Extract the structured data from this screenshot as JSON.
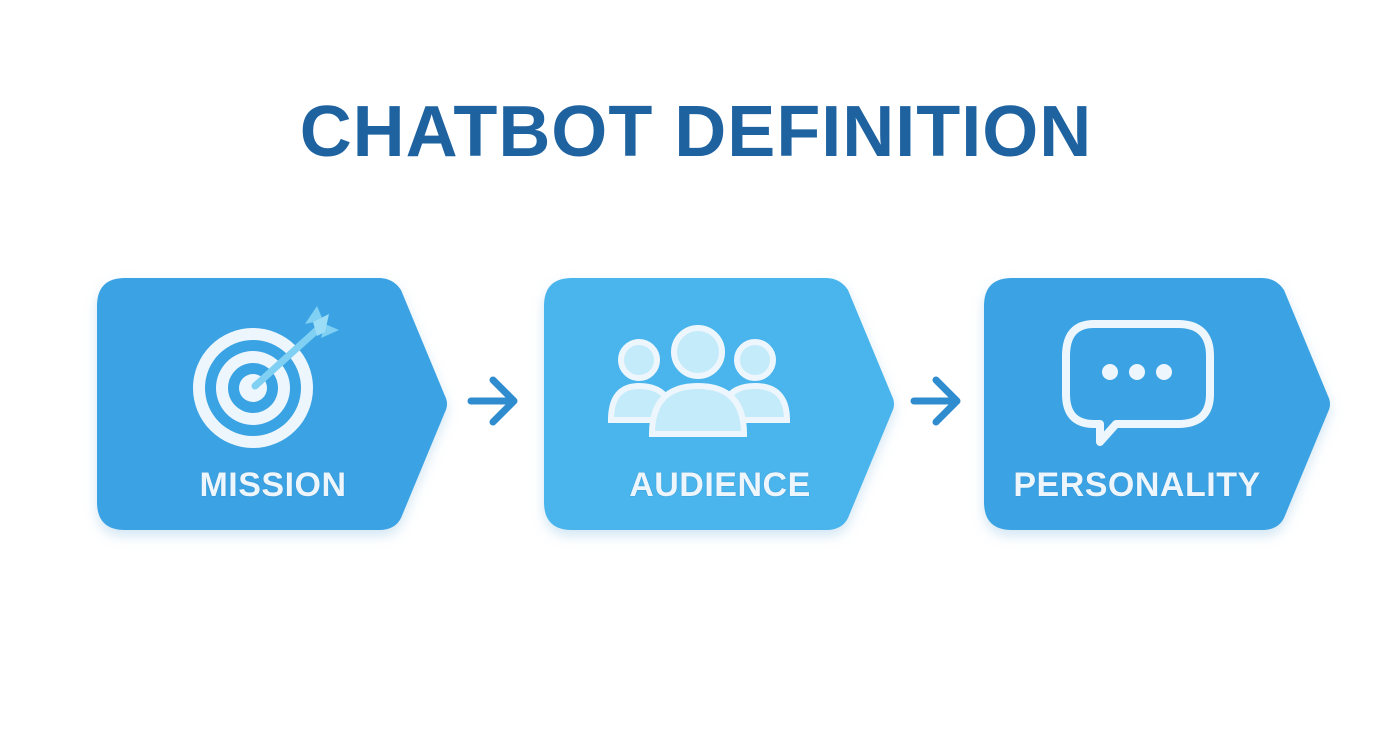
{
  "title": "CHATBOT DEFINITION",
  "steps": [
    {
      "label": "MISSION",
      "icon": "target-dart-icon",
      "color": "#3aa3e3"
    },
    {
      "label": "AUDIENCE",
      "icon": "users-group-icon",
      "color": "#4ab5ec"
    },
    {
      "label": "PERSONALITY",
      "icon": "chat-bubble-icon",
      "color": "#3aa3e3"
    }
  ],
  "connectors": [
    "arrow-right-icon",
    "arrow-right-icon"
  ],
  "colors": {
    "title": "#1e62a0",
    "arrow": "#2f8ccf",
    "icon_fill": "#eef6fd"
  }
}
